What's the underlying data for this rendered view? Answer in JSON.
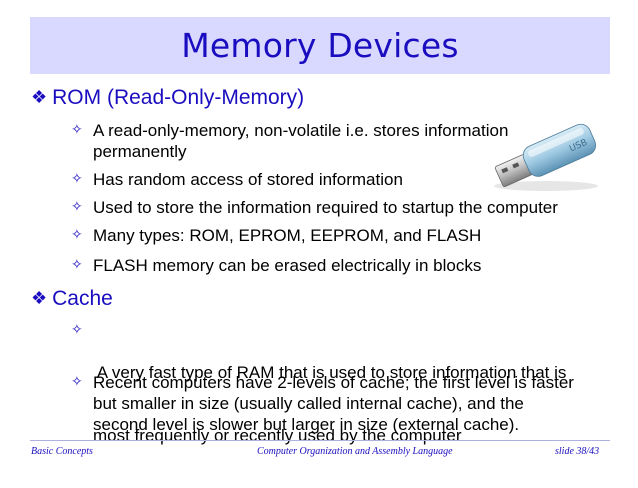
{
  "title": "Memory Devices",
  "sections": [
    {
      "heading": "ROM (Read-Only-Memory)",
      "bullets": [
        [
          "A read-only-memory, non-volatile i.e. stores information",
          "permanently"
        ],
        [
          "Has random access of stored information"
        ],
        [
          "Used to store the information required to startup the computer"
        ],
        [
          "Many types: ROM, EPROM, EEPROM, and FLASH"
        ],
        [
          "FLASH memory can be erased electrically in blocks"
        ]
      ]
    },
    {
      "heading": "Cache",
      "bullets": [
        [
          " A very fast type of RAM that is used to store information that is",
          "most frequently or recently used by the computer"
        ],
        [
          "Recent computers have 2-levels of cache; the first level is faster",
          "but smaller in size (usually called internal cache), and the",
          "second level is slower but larger in size (external cache)."
        ]
      ]
    }
  ],
  "image": {
    "usb_label": "USB"
  },
  "footer": {
    "left": "Basic Concepts",
    "center": "Computer Organization and Assembly Language",
    "right": "slide 38/43"
  },
  "icons": {
    "heading_bullet": "diamond-bullet-icon",
    "item_bullet": "four-point-star-icon"
  },
  "colors": {
    "title_bg": "#d9d9ff",
    "accent": "#1a0dbf",
    "text": "#000000"
  }
}
